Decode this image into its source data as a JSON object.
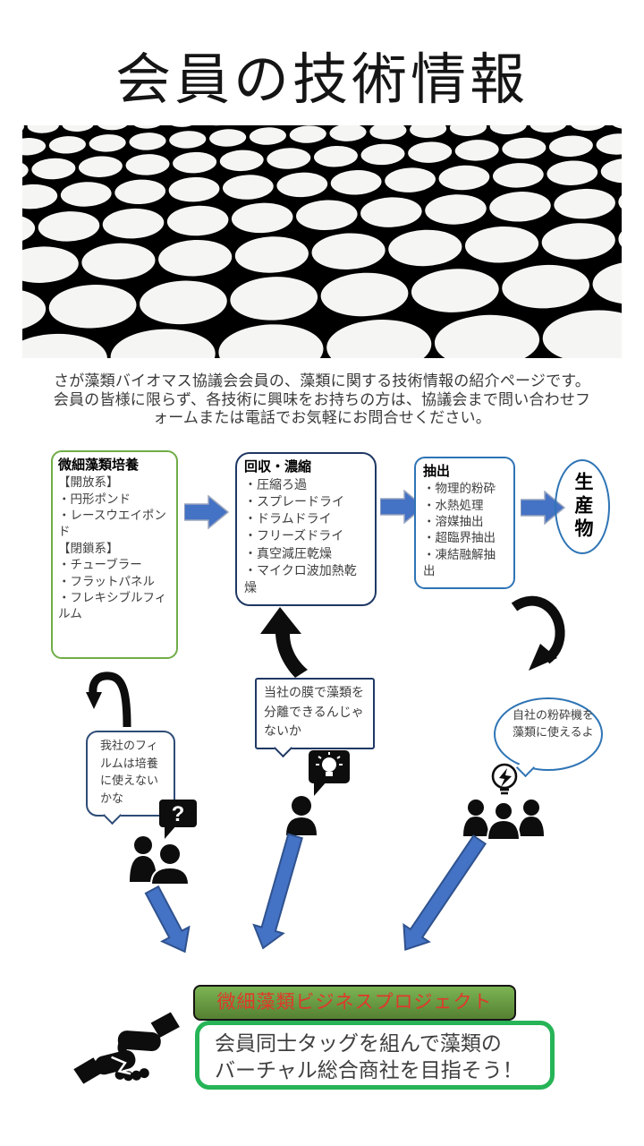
{
  "page": {
    "title": "会員の技術情報",
    "intro": "さが藻類バイオマス協議会会員の、藻類に関する技術情報の紹介ページです。会員の皆様に限らず、各技術に興味をお持ちの方は、協議会まで問い合わせフォームまたは電話でお気軽にお問合せください。"
  },
  "flow": {
    "box1": {
      "title": "微細藻類培養",
      "lines": [
        "【開放系】",
        "・円形ポンド",
        "・レースウエイポンド",
        "【閉鎖系】",
        "・チューブラー",
        "・フラットパネル",
        "・フレキシブルフィルム"
      ]
    },
    "box2": {
      "title": "回収・濃縮",
      "lines": [
        "・圧縮ろ過",
        "・スプレードライ",
        "・ドラムドライ",
        "・フリーズドライ",
        "・真空減圧乾燥",
        "・マイクロ波加熱乾燥"
      ]
    },
    "box3": {
      "title": "抽出",
      "lines": [
        "・物理的粉砕",
        "・水熱処理",
        "・溶媒抽出",
        "・超臨界抽出",
        "・凍結融解抽出"
      ]
    },
    "product_label": "生産物"
  },
  "bubbles": {
    "left": "我社のフィルムは培養に使えないかな",
    "middle": "当社の膜で藻類を分離できるんじゃないか",
    "right": "自社の粉砕機を藻類に使えるよ"
  },
  "icons": {
    "question_mark": "?",
    "left_group": "two-people-with-question-balloon",
    "middle_group": "person-with-idea-balloon",
    "right_group": "team-with-idea-bulb",
    "bottom": "handshake"
  },
  "project": {
    "title": "微細藻類ビジネスプロジェクト",
    "message_line1": "会員同士タッグを組んで藻類の",
    "message_line2": "バーチャル総合商社を目指そう！"
  },
  "colors": {
    "arrow_blue": "#4472C4",
    "arrow_blue_border": "#2f528f",
    "box1_border_green": "#70AD47",
    "box2_border_navy": "#1F3864",
    "box3_border_blue": "#2E74B5",
    "project_fill_green": "#6aa84f",
    "project_text_red": "#e0382a",
    "message_border_green": "#26b457",
    "black": "#0d0d0d"
  }
}
